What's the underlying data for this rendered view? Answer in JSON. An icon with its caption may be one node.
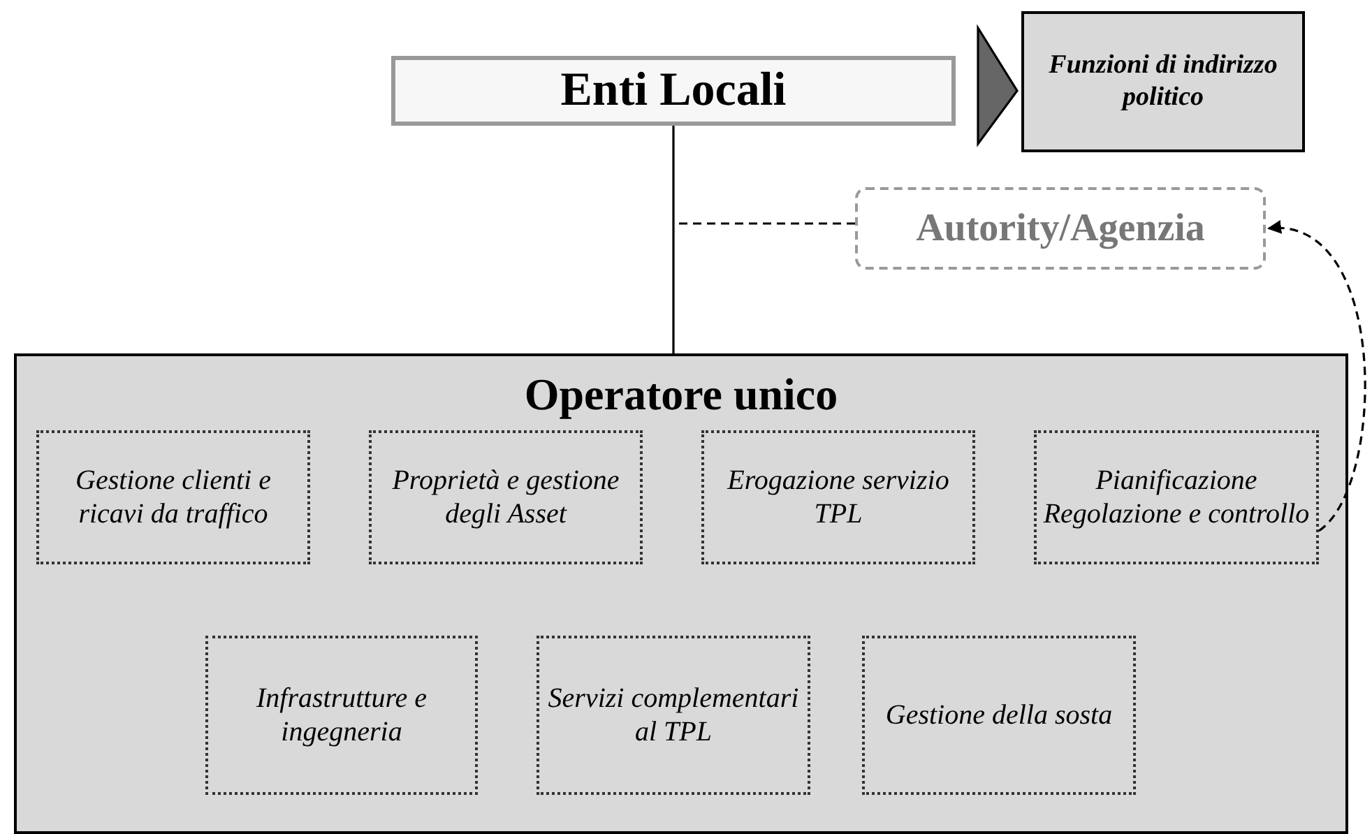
{
  "diagram": {
    "nodes": [
      {
        "text": [
          "Enti Locali"
        ]
      },
      {
        "text": [
          "Funzioni di indirizzo politico"
        ]
      },
      {
        "text": [
          "Autority/Agenzia"
        ]
      },
      {
        "text": [
          "Operatore unico"
        ]
      },
      {
        "text": [
          "Gestione clienti e ricavi da traffico"
        ],
        "in": 3
      },
      {
        "text": [
          "Proprietà e gestione degli Asset"
        ],
        "in": 3
      },
      {
        "text": [
          "Erogazione servizio TPL"
        ],
        "in": 3
      },
      {
        "text": [
          "Pianificazione Regolazione e controllo"
        ],
        "in": 3
      },
      {
        "text": [
          "Infrastrutture e ingegneria"
        ],
        "in": 3
      },
      {
        "text": [
          "Servizi complementari al TPL"
        ],
        "in": 3
      },
      {
        "text": [
          "Gestione della sosta"
        ],
        "in": 3
      }
    ],
    "edges": [
      {
        "from": 0,
        "to": 3,
        "arrow": "none"
      },
      {
        "from": 0,
        "to": 1,
        "arrow": "to"
      },
      {
        "from": 2,
        "to": null,
        "arrow": "none",
        "style": "dashed"
      },
      {
        "from": 7,
        "to": 2,
        "arrow": "to",
        "style": "dashed"
      }
    ]
  }
}
